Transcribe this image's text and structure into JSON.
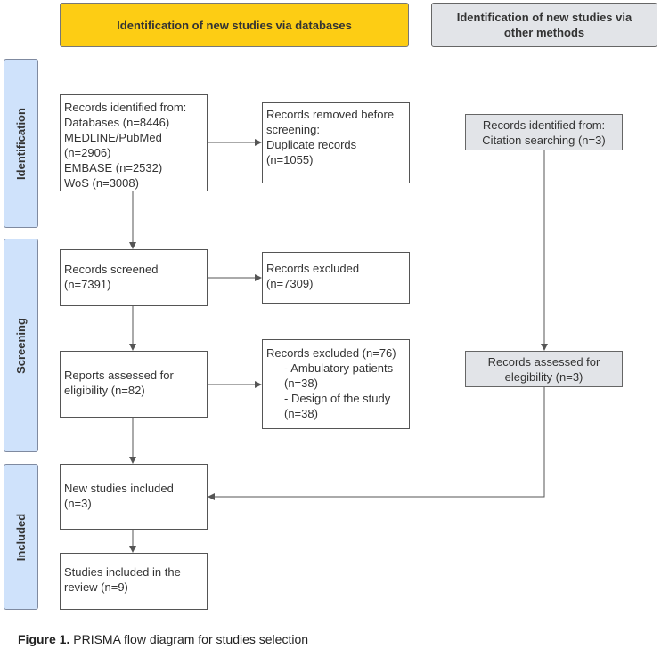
{
  "headers": {
    "databases": "Identification of new studies via databases",
    "other_line1": "Identification of new studies via",
    "other_line2": "other methods"
  },
  "phases": {
    "identification": "Identification",
    "screening": "Screening",
    "included": "Included"
  },
  "boxes": {
    "records_identified": [
      "Records identified from:",
      "Databases (n=8446)",
      "MEDLINE/PubMed",
      "(n=2906)",
      "EMBASE (n=2532)",
      "WoS (n=3008)"
    ],
    "records_removed": [
      "Records removed before",
      "screening:",
      "Duplicate records",
      "(n=1055)"
    ],
    "records_screened": [
      "Records screened",
      "(n=7391)"
    ],
    "records_excluded": [
      "Records excluded",
      "(n=7309)"
    ],
    "reports_assessed": [
      "Reports assessed for",
      "eligibility (n=82)"
    ],
    "reports_excluded": {
      "title": "Records excluded (n=76)",
      "items": [
        "- Ambulatory patients",
        "(n=38)",
        "- Design of the study",
        "(n=38)"
      ]
    },
    "new_studies": [
      "New studies included",
      "(n=3)"
    ],
    "studies_in_review": [
      "Studies included in the",
      "review (n=9)"
    ],
    "citation_identified": [
      "Records identified from:",
      "Citation searching (n=3)"
    ],
    "citation_assessed": [
      "Records assessed for",
      "elegibility (n=3)"
    ]
  },
  "caption": {
    "label": "Figure 1.",
    "text": " PRISMA flow diagram for studies selection"
  },
  "colors": {
    "header_yellow": "#fdcd14",
    "header_gray": "#e2e4e8",
    "phase_blue": "#cfe2fb",
    "line": "#555555"
  }
}
